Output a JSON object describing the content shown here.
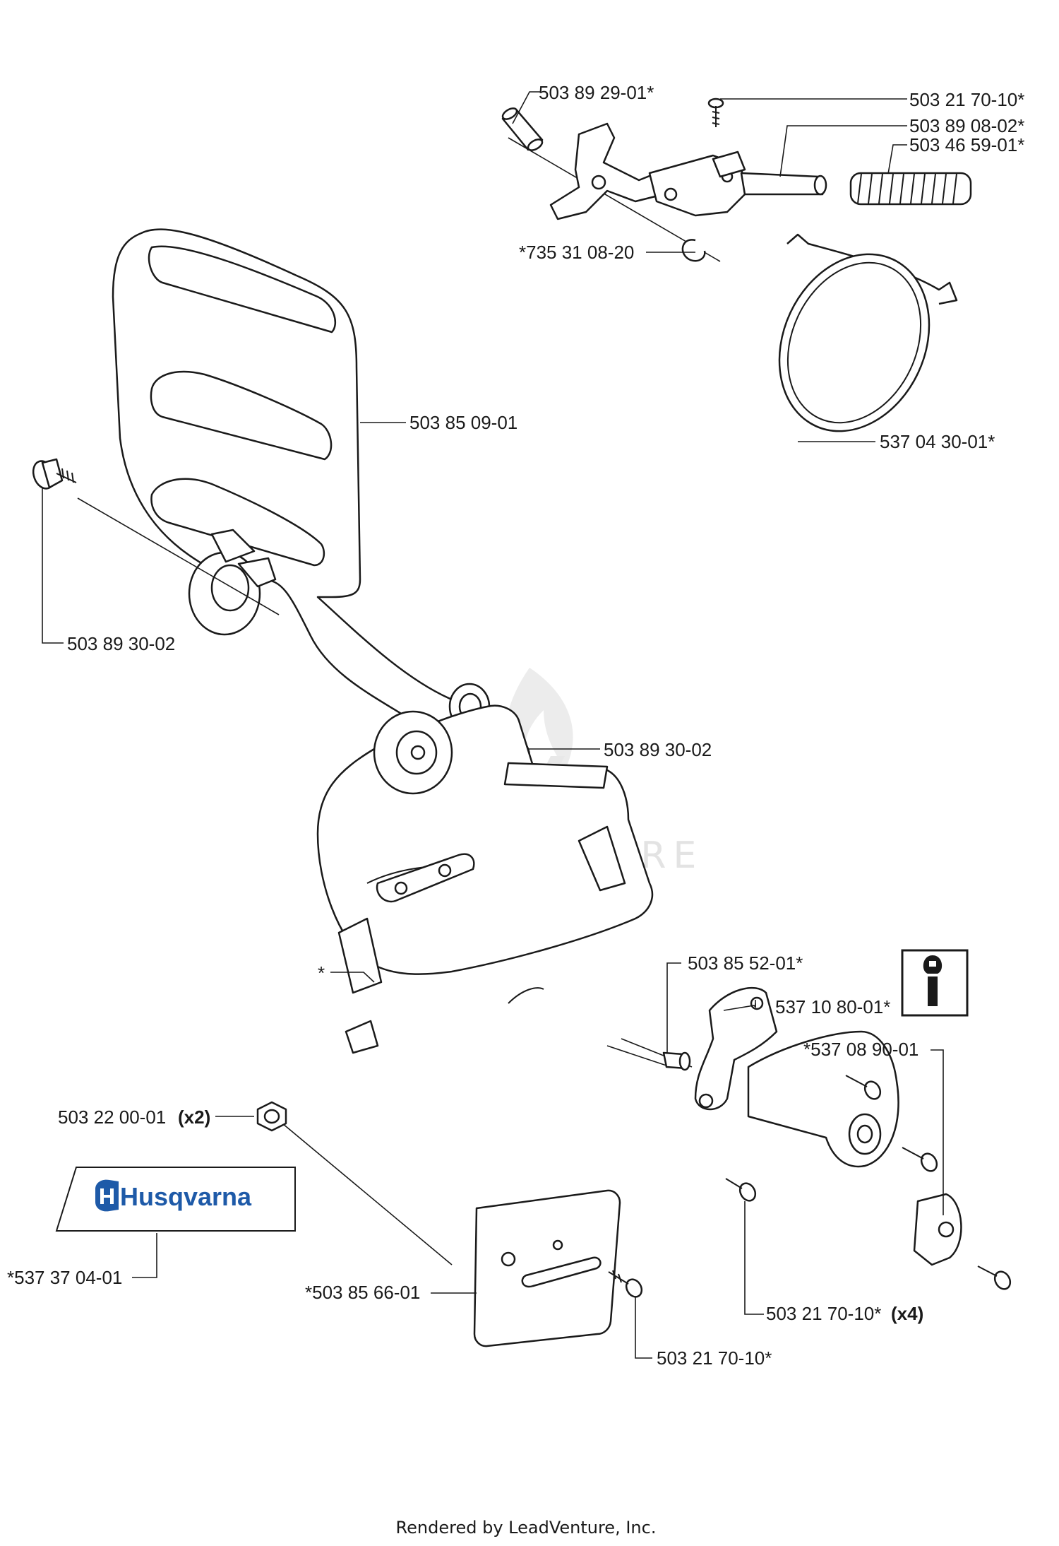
{
  "parts": {
    "p1": "503 89 29-01*",
    "p2": "503 21 70-10*",
    "p3": "503 89 08-02*",
    "p4": "503 46 59-01*",
    "p5": "*735 31 08-20",
    "p6": "503 85 09-01",
    "p7": "537 04 30-01*",
    "p8": "503 89 30-02",
    "p9": "503 89 30-02",
    "p10": "*",
    "p11": "503 85 52-01*",
    "p12": "537 10 80-01*",
    "p13": "*537 08 90-01",
    "p14": "503 22 00-01",
    "p14_qty": "(x2)",
    "p15": "*537 37 04-01",
    "p16": "*503 85 66-01",
    "p17": "503 21 70-10*",
    "p17_qty": "(x4)",
    "p18": "503 21 70-10*"
  },
  "decal": {
    "brand": "Husqvarna",
    "brand_color": "#1e5aa8"
  },
  "info_icon": "service-info-icon",
  "watermark": "LEADVENTURE",
  "footer": "Rendered by LeadVenture, Inc."
}
